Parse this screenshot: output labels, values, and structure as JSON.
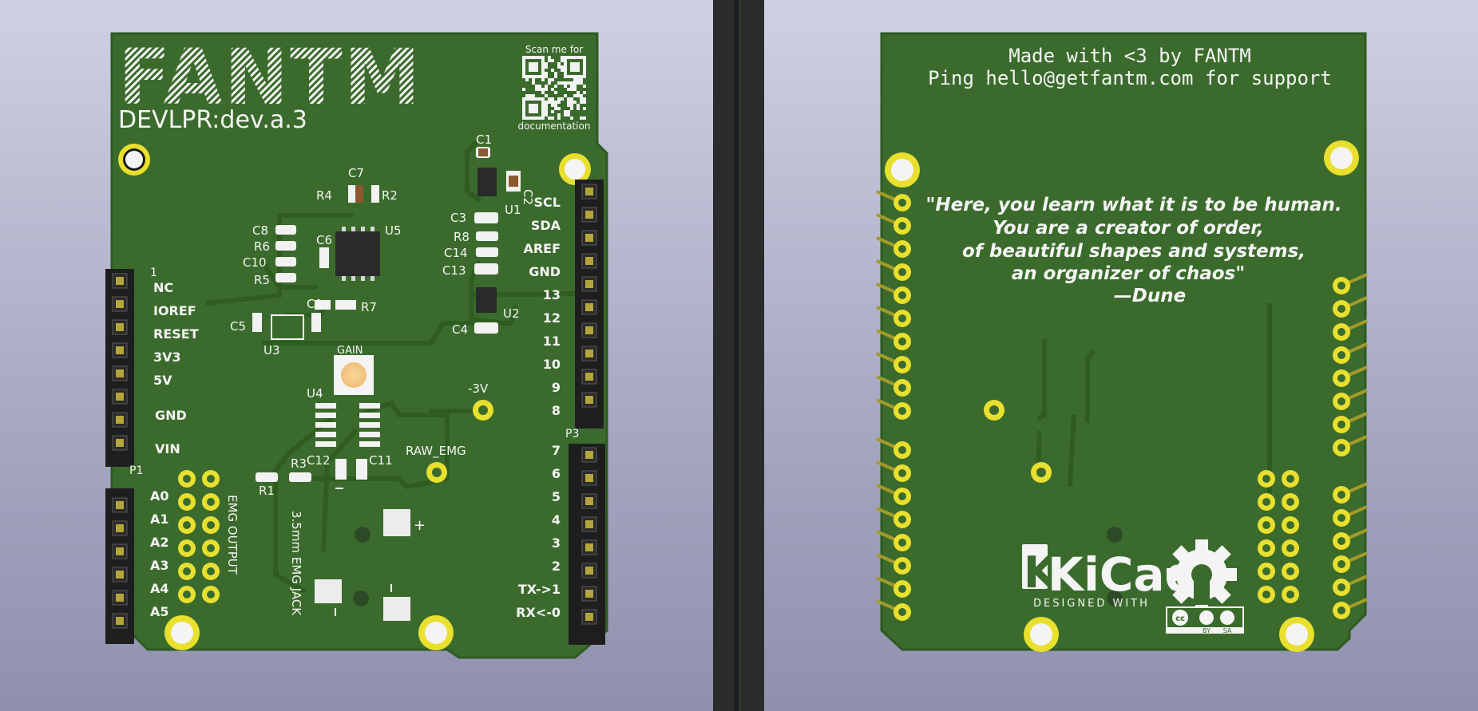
{
  "colors": {
    "board": "#3b6b2c",
    "board_edge": "#2d5a22",
    "trace": "#32601f",
    "copper_pad": "#d7c64a",
    "silkscreen": "#f2f2f2",
    "header": "#1e1e1e"
  },
  "front": {
    "logo": "FANTM",
    "board_name": "DEVLPR:dev.a.3",
    "qr_top": "Scan me for",
    "qr_bottom": "documentation",
    "pins_left_top": [
      "NC",
      "IOREF",
      "RESET",
      "3V3",
      "5V",
      "GND",
      "VIN"
    ],
    "pin1_marker": "1",
    "header_p1": "P1",
    "pins_left_bottom": [
      "A0",
      "A1",
      "A2",
      "A3",
      "A4",
      "A5"
    ],
    "pins_right_top": [
      "SCL",
      "SDA",
      "AREF",
      "GND",
      "13",
      "12",
      "11",
      "10",
      "9",
      "8"
    ],
    "pins_right_bottom": [
      "7",
      "6",
      "5",
      "4",
      "3",
      "2",
      "TX->1",
      "RX<-0"
    ],
    "header_p3": "P3",
    "components": {
      "c1": "C1",
      "c2": "C2",
      "u1": "U1",
      "c7": "C7",
      "r4": "R4",
      "r2": "R2",
      "c3": "C3",
      "r8": "R8",
      "c14": "C14",
      "c13": "C13",
      "u2": "U2",
      "c4": "C4",
      "c8": "C8",
      "r6": "R6",
      "c10": "C10",
      "r5": "R5",
      "c6": "C6",
      "u5": "U5",
      "c9": "C9",
      "r7": "R7",
      "c5": "C5",
      "u3": "U3",
      "gain": "GAIN",
      "u4": "U4",
      "neg3v": "-3V",
      "raw_emg": "RAW_EMG",
      "r3": "R3",
      "c12": "C12",
      "c11": "C11",
      "r1": "R1",
      "plus": "+"
    },
    "emg_output": "EMG OUTPUT",
    "jack": "3.5mm EMG JACK"
  },
  "back": {
    "header_line1": "Made with <3 by FANTM",
    "header_line2": "Ping hello@getfantm.com for support",
    "quote_lines": [
      "\"Here, you learn what it is to be human.",
      "You are a creator of order,",
      "of beautiful shapes and systems,",
      "an organizer of chaos\"",
      "—Dune"
    ],
    "kicad": "KiCad",
    "kicad_sub": "DESIGNED WITH",
    "license": [
      "cc",
      "BY",
      "SA"
    ]
  }
}
